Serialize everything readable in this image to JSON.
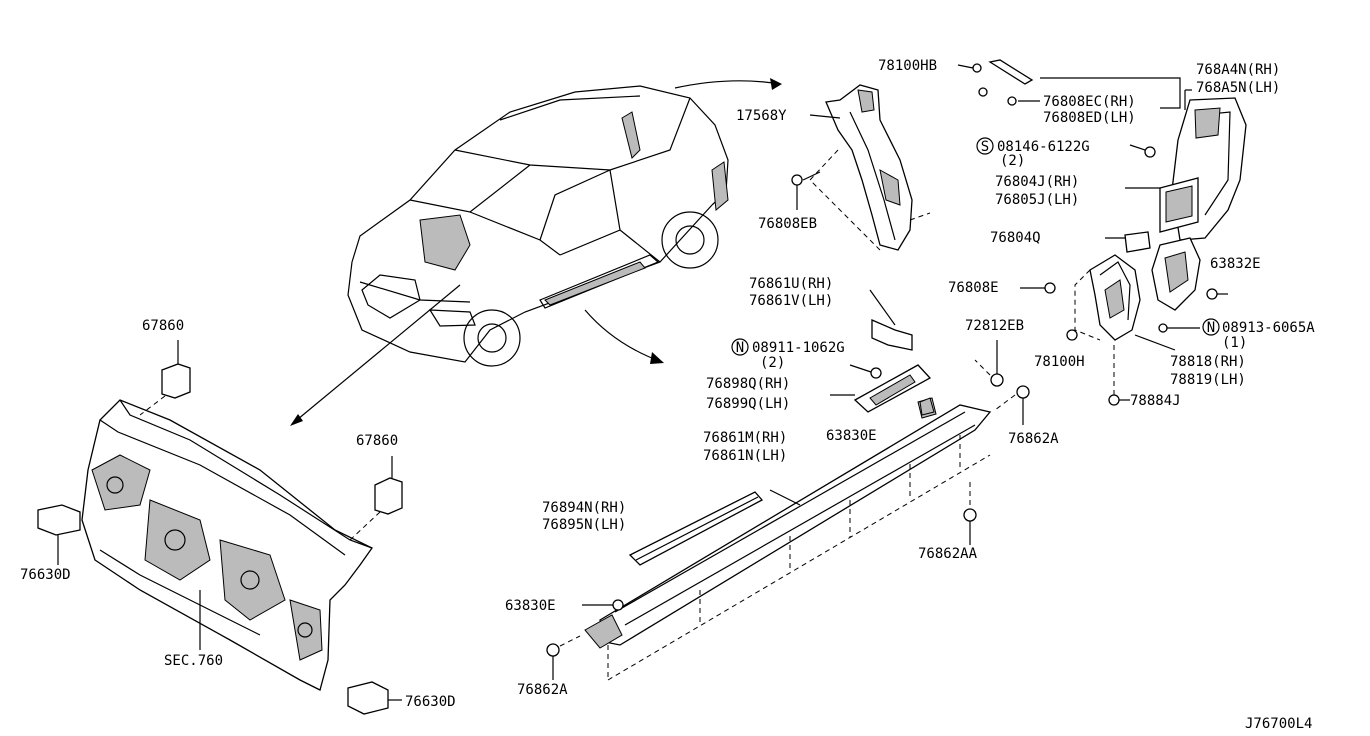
{
  "diagram_code": "J76700L4",
  "callouts": [
    {
      "id": "c1",
      "text": "78100HB"
    },
    {
      "id": "c2",
      "text": "768A4N(RH)"
    },
    {
      "id": "c3",
      "text": "768A5N(LH)"
    },
    {
      "id": "c4",
      "text": "76808EC(RH)"
    },
    {
      "id": "c5",
      "text": "76808ED(LH)"
    },
    {
      "id": "c6",
      "text": "17568Y"
    },
    {
      "id": "c7",
      "text": "08146-6122G"
    },
    {
      "id": "c8",
      "text": "(2)"
    },
    {
      "id": "c9",
      "text": "76804J(RH)"
    },
    {
      "id": "c10",
      "text": "76805J(LH)"
    },
    {
      "id": "c11",
      "text": "76808EB"
    },
    {
      "id": "c12",
      "text": "76804Q"
    },
    {
      "id": "c13",
      "text": "63832E"
    },
    {
      "id": "c14",
      "text": "76861U(RH)"
    },
    {
      "id": "c15",
      "text": "76861V(LH)"
    },
    {
      "id": "c16",
      "text": "76808E"
    },
    {
      "id": "c17",
      "text": "72812EB"
    },
    {
      "id": "c18",
      "text": "08913-6065A"
    },
    {
      "id": "c19",
      "text": "(1)"
    },
    {
      "id": "c20",
      "text": "08911-1062G"
    },
    {
      "id": "c21",
      "text": "(2)"
    },
    {
      "id": "c22",
      "text": "78100H"
    },
    {
      "id": "c23",
      "text": "78818(RH)"
    },
    {
      "id": "c24",
      "text": "78819(LH)"
    },
    {
      "id": "c25",
      "text": "76898Q(RH)"
    },
    {
      "id": "c26",
      "text": "76899Q(LH)"
    },
    {
      "id": "c27",
      "text": "78884J"
    },
    {
      "id": "c28",
      "text": "67860"
    },
    {
      "id": "c29",
      "text": "63830E"
    },
    {
      "id": "c30",
      "text": "76862A"
    },
    {
      "id": "c31",
      "text": "76861M(RH)"
    },
    {
      "id": "c32",
      "text": "76861N(LH)"
    },
    {
      "id": "c33",
      "text": "67860"
    },
    {
      "id": "c34",
      "text": "76894N(RH)"
    },
    {
      "id": "c35",
      "text": "76895N(LH)"
    },
    {
      "id": "c36",
      "text": "76862AA"
    },
    {
      "id": "c37",
      "text": "76630D"
    },
    {
      "id": "c38",
      "text": "63830E"
    },
    {
      "id": "c39",
      "text": "SEC.760"
    },
    {
      "id": "c40",
      "text": "76862A"
    },
    {
      "id": "c41",
      "text": "76630D"
    }
  ],
  "symbols": {
    "s_bolt": "S",
    "n_nut": "N"
  }
}
